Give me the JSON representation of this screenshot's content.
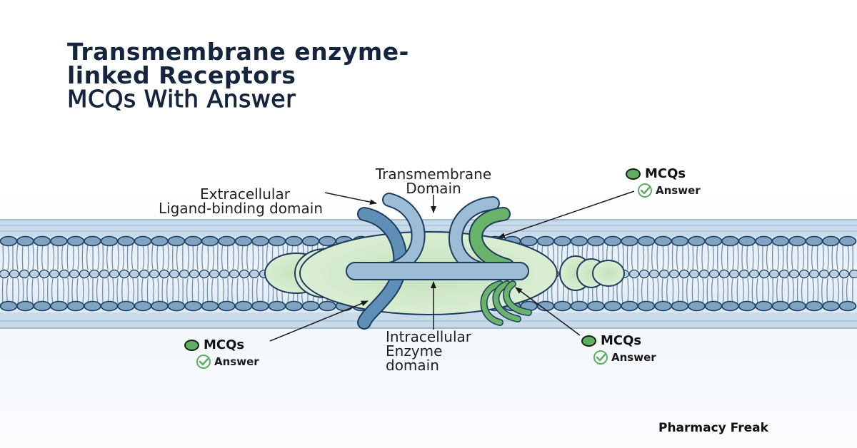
{
  "title": {
    "line1": "Transmembrane enzyme-",
    "line2": "linked Receptors",
    "line3": "MCQs With Answer"
  },
  "labels": {
    "extracellular_line1": "Extracellular",
    "extracellular_line2": "Ligand-binding domain",
    "transmembrane_line1": "Transmembrane",
    "transmembrane_line2": "Domain",
    "intracellular_line1": "Intracellular",
    "intracellular_line2": "Enzyme",
    "intracellular_line3": "domain"
  },
  "badges": [
    {
      "mcq": "MCQs",
      "answer": "Answer"
    },
    {
      "mcq": "MCQs",
      "answer": "Answer"
    },
    {
      "mcq": "MCQs",
      "answer": "Answer"
    }
  ],
  "brand": "Pharmacy Freak",
  "icons": {
    "badge_dot": "green-circle-icon",
    "answer_check": "check-circle-icon"
  },
  "colors": {
    "title": "#15253d",
    "membrane": "#a9c4db",
    "lipid_head": "#7fa3c3",
    "lipid_stroke": "#1d3d5e",
    "receptor_blue": "#5f8fb6",
    "receptor_light": "#9dbcd6",
    "receptor_green": "#69b36b",
    "enzyme_green": "#cfe7c6"
  }
}
